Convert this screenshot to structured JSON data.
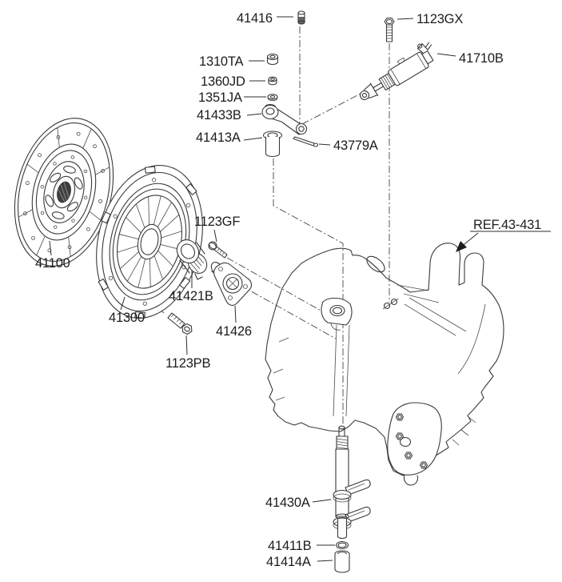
{
  "diagram": {
    "colors": {
      "background": "#ffffff",
      "line": "#3a3a3a",
      "text": "#1c1c1c",
      "hub_fill": "#3f3f3f"
    },
    "parts": {
      "p41416": {
        "label": "41416"
      },
      "p1123GX": {
        "label": "1123GX"
      },
      "p41710B": {
        "label": "41710B"
      },
      "p1310TA": {
        "label": "1310TA"
      },
      "p1360JD": {
        "label": "1360JD"
      },
      "p1351JA": {
        "label": "1351JA"
      },
      "p41433B": {
        "label": "41433B"
      },
      "p41413A": {
        "label": "41413A"
      },
      "p43779A": {
        "label": "43779A"
      },
      "p41100": {
        "label": "41100"
      },
      "p41300": {
        "label": "41300"
      },
      "p1123GF": {
        "label": "1123GF"
      },
      "p41421B": {
        "label": "41421B"
      },
      "p41426": {
        "label": "41426"
      },
      "p1123PB": {
        "label": "1123PB"
      },
      "p41430A": {
        "label": "41430A"
      },
      "p41411B": {
        "label": "41411B"
      },
      "p41414A": {
        "label": "41414A"
      },
      "reference": {
        "label": "REF.43-431"
      }
    }
  }
}
